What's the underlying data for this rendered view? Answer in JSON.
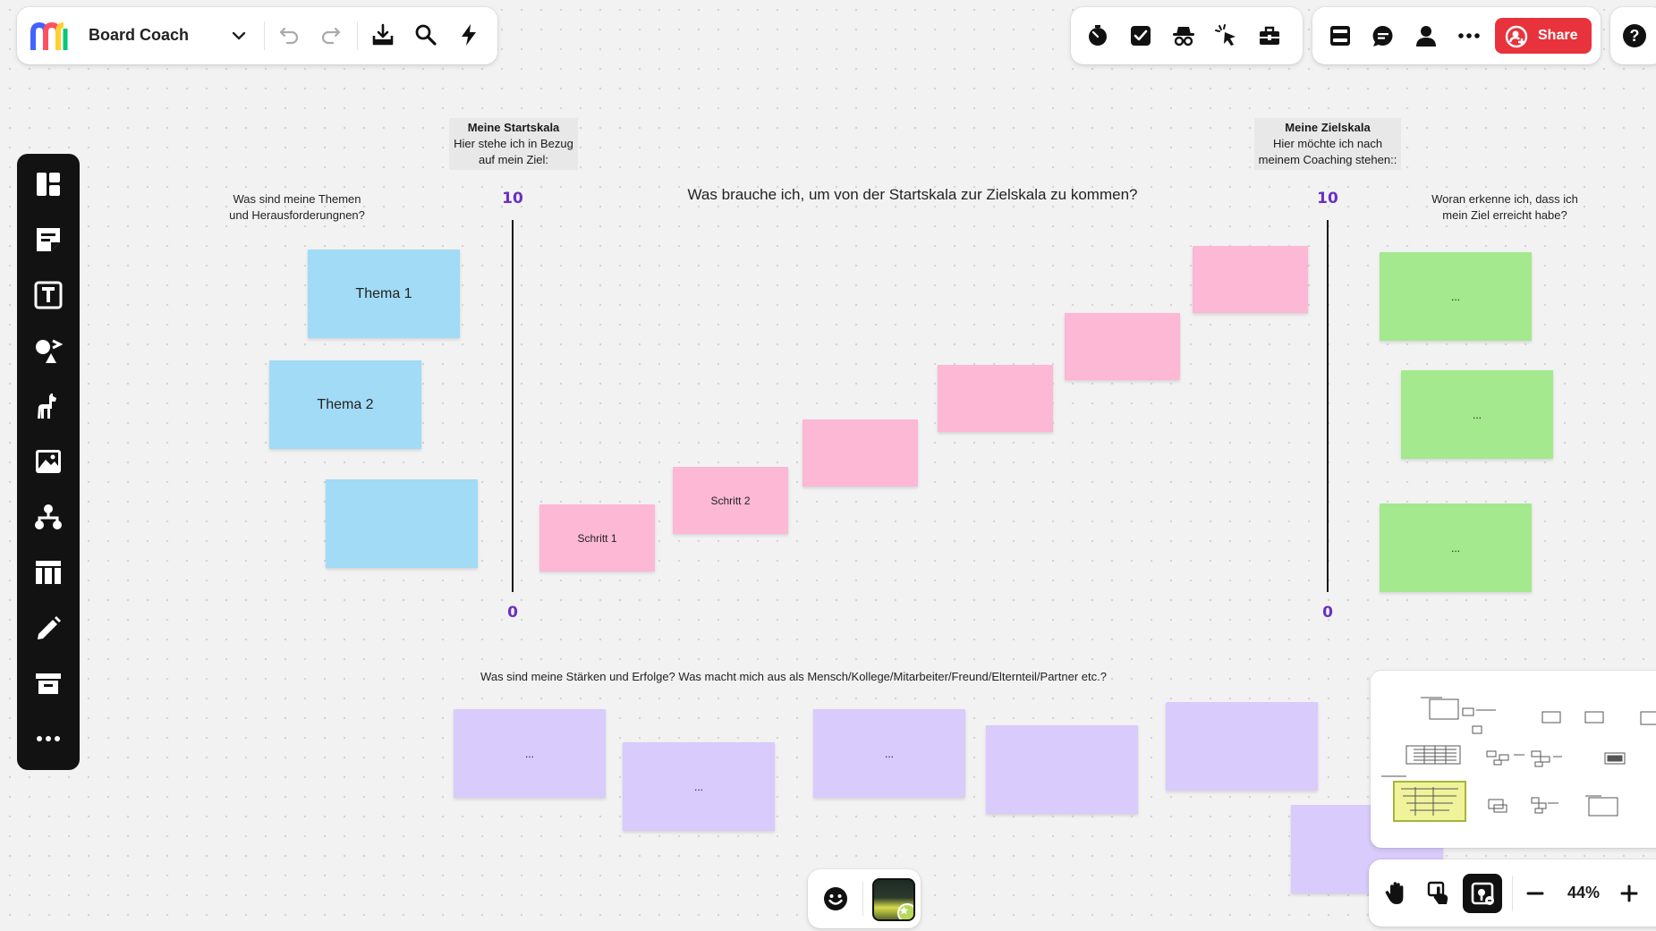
{
  "toolbar": {
    "board_title": "Board Coach",
    "share_label": "Share",
    "help_label": "?"
  },
  "board": {
    "question_topics": [
      "Was sind meine Themen",
      "und Herausforderungnen?"
    ],
    "start_scale": {
      "title": "Meine Startskala",
      "line1": "Hier stehe ich in Bezug",
      "line2": "auf mein Ziel:",
      "top": "10",
      "bottom": "0"
    },
    "main_question": "Was brauche ich, um von der Startskala zur Zielskala zu kommen?",
    "target_scale": {
      "title": "Meine Zielskala",
      "line1": "Hier möchte ich nach",
      "line2": "meinem Coaching stehen::",
      "top": "10",
      "bottom": "0"
    },
    "question_goal": [
      "Woran erkenne ich, dass ich",
      "mein Ziel erreicht habe?"
    ],
    "question_strengths": "Was sind meine Stärken und Erfolge? Was macht mich aus als Mensch/Kollege/Mitarbeiter/Freund/Elternteil/Partner etc.?",
    "topic_notes": [
      "Thema 1",
      "Thema 2",
      ""
    ],
    "step_notes": [
      "Schritt 1",
      "Schritt 2",
      "",
      "",
      "",
      ""
    ],
    "goal_notes": [
      "...",
      "...",
      "..."
    ],
    "strength_notes": [
      "...",
      "...",
      "...",
      "",
      "",
      ""
    ]
  },
  "zoom": {
    "level": "44%"
  },
  "colors": {
    "accent": "#e8333c",
    "scale_numbers": "#6930c3",
    "topic_note": "#a2dbf6",
    "step_note": "#fcb8d5",
    "goal_note": "#a4e98e",
    "strength_note": "#d9cbfb"
  },
  "icons": {
    "left_toolbar": [
      "templates-icon",
      "sticky-note-icon",
      "text-icon",
      "shapes-icon",
      "llama-icon",
      "image-icon",
      "mindmap-icon",
      "table-icon",
      "pen-icon",
      "frame-icon",
      "more-icon"
    ],
    "top_left": [
      "miro-logo",
      "chevron-down-icon",
      "undo-icon",
      "redo-icon",
      "export-icon",
      "search-icon",
      "lightning-icon"
    ],
    "top_collab": [
      "timer-icon",
      "voting-icon",
      "private-mode-icon",
      "attention-management-icon",
      "toolbox-icon"
    ],
    "top_right": [
      "board-layout-icon",
      "comments-icon",
      "user-icon",
      "more-icon",
      "share-icon",
      "help-icon"
    ],
    "bottom": [
      "emoji-icon",
      "image-thumbnail",
      "hand-icon",
      "touch-icon",
      "minimap-toggle-icon",
      "zoom-out-icon",
      "zoom-in-icon"
    ]
  }
}
